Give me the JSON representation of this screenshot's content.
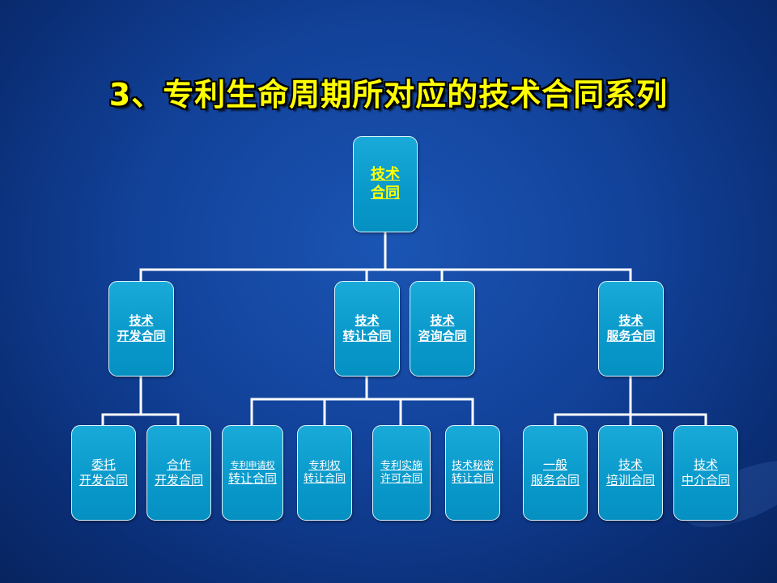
{
  "title": "3、专利生命周期所对应的技术合同系列",
  "root": {
    "line1": "技术",
    "line2": "合同"
  },
  "level2": {
    "development": {
      "line1": "技术",
      "line2": "开发合同"
    },
    "transfer": {
      "line1": "技术",
      "line2": "转让合同"
    },
    "consulting": {
      "line1": "技术",
      "line2": "咨询合同"
    },
    "service": {
      "line1": "技术",
      "line2": "服务合同"
    }
  },
  "level3": {
    "entrusted": {
      "line1": "委托",
      "line2": "开发合同"
    },
    "cooperative": {
      "line1": "合作",
      "line2": "开发合同"
    },
    "application_right": {
      "line1": "专利申请权",
      "line2": "转让合同"
    },
    "patent_right": {
      "line1": "专利权",
      "line2": "转让合同"
    },
    "patent_license": {
      "line1": "专利实施",
      "line2": "许可合同"
    },
    "know_how": {
      "line1": "技术秘密",
      "line2": "转让合同"
    },
    "general_service": {
      "line1": "一般",
      "line2": "服务合同"
    },
    "training": {
      "line1": "技术",
      "line2": "培训合同"
    },
    "intermediary": {
      "line1": "技术",
      "line2": "中介合同"
    }
  },
  "colors": {
    "background": "#12429a",
    "node_fill": "#0899ca",
    "node_border": "#dff3fb",
    "connector": "#ffffff",
    "title_text": "#ffff00",
    "root_text": "#ffff00",
    "node_text": "#ffffff"
  }
}
